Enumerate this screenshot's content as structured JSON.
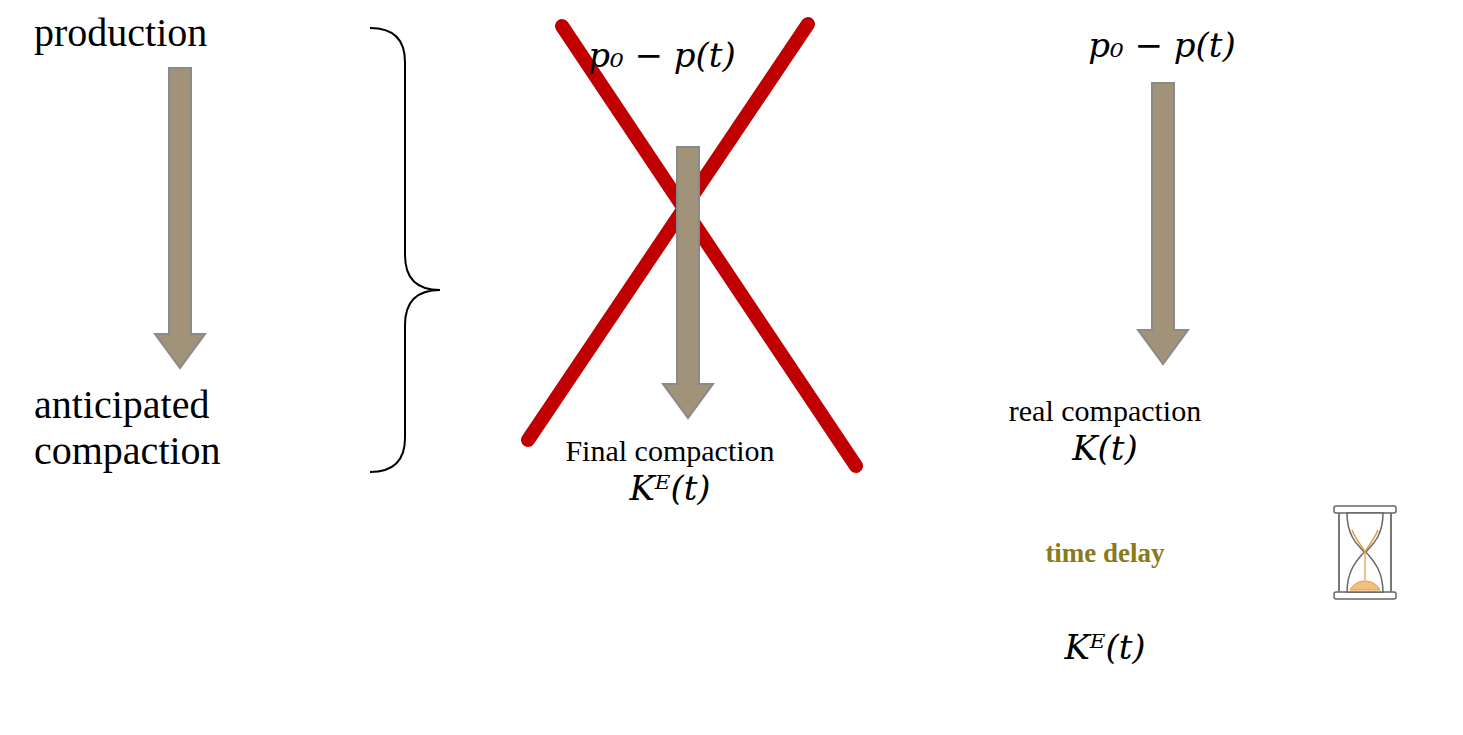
{
  "diagram": {
    "nodes": [
      {
        "text": [
          "production"
        ]
      },
      {
        "text": [
          "anticipated compaction"
        ]
      },
      {
        "text": [
          "p₀ − p(t)"
        ]
      },
      {
        "text": [
          "Final compaction",
          "Kᴱ(t)"
        ]
      },
      {
        "text": [
          "p₀ − p(t)"
        ]
      },
      {
        "text": [
          "real compaction",
          "K(t)"
        ]
      },
      {
        "text": [
          "Kᴱ(t)"
        ]
      }
    ],
    "edges": [
      {
        "from": 0,
        "to": 1,
        "arrow": "to"
      },
      {
        "from": 2,
        "to": 3,
        "arrow": "to"
      },
      {
        "from": 4,
        "to": 5,
        "arrow": "to"
      }
    ],
    "labels": [
      "time delay"
    ]
  }
}
